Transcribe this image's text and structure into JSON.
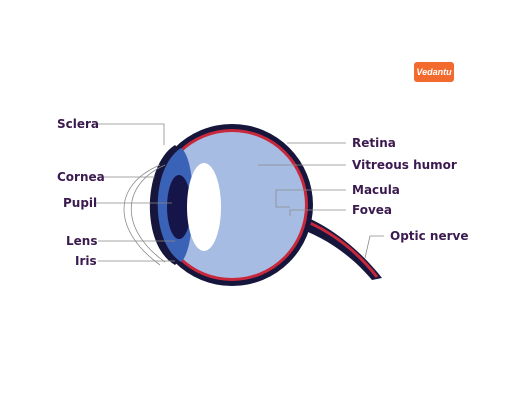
{
  "brand": {
    "logo_text": "Vedantu"
  },
  "labels": {
    "left": [
      "Sclera",
      "Cornea",
      "Pupil",
      "Lens",
      "Iris"
    ],
    "right": [
      "Retina",
      "Vitreous humor",
      "Macula",
      "Fovea",
      "Optic nerve"
    ]
  },
  "colors": {
    "outer_sclera": "#16163c",
    "retina": "#c8283c",
    "vitreous": "#a7bce3",
    "iris": "#3a62b6",
    "pupil": "#15154a",
    "lens": "#ffffff",
    "label_text": "#3b1a4f",
    "logo_bg": "#f26a2e"
  }
}
